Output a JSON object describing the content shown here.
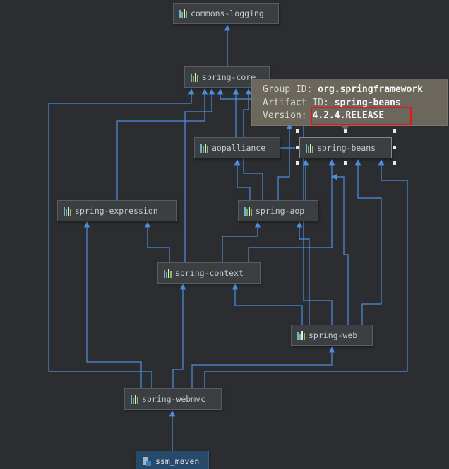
{
  "nodes": {
    "commons_logging": "commons-logging",
    "spring_core": "spring-core",
    "aopalliance": "aopalliance",
    "spring_beans": "spring-beans",
    "spring_expression": "spring-expression",
    "spring_aop": "spring-aop",
    "spring_context": "spring-context",
    "spring_web": "spring-web",
    "spring_webmvc": "spring-webmvc",
    "ssm_maven": "ssm_maven"
  },
  "tooltip": {
    "group_label": "Group ID:",
    "group_value": "org.springframework",
    "artifact_label": "Artifact ID:",
    "artifact_value": "spring-beans",
    "version_label": "Version:",
    "version_value": "4.2.4.RELEASE"
  },
  "colors": {
    "background": "#2b2d30",
    "edge": "#4b8fe0",
    "node": "#3c3f41",
    "tooltip": "#6e6a5f",
    "highlight": "#e8131d"
  },
  "icons": {
    "library": "library-icon",
    "module": "module-icon"
  }
}
